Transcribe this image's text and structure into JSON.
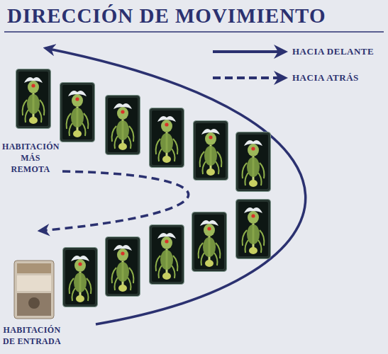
{
  "diagram": {
    "title": "DIRECCIÓN DE MOVIMIENTO",
    "labels": [
      "HABITACIÓN MÁS REMOTA",
      "HABITACIÓN DE ENTRADA"
    ],
    "legend": [
      {
        "text": "HACIA DELANTE"
      },
      {
        "text": "HACIA ATRÁS"
      }
    ]
  }
}
